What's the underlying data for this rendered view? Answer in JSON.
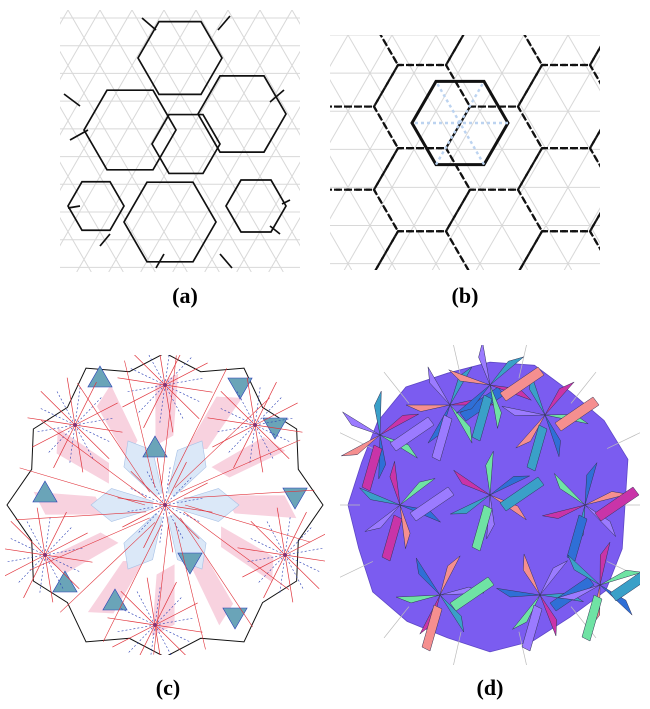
{
  "figure": {
    "captions": {
      "a": "(a)",
      "b": "(b)",
      "c": "(c)",
      "d": "(d)"
    },
    "colors": {
      "grid": "#d8d8d8",
      "tile_edge": "#111111",
      "crease_mountain": "#e0323a",
      "crease_valley": "#2a3fb5",
      "pink_fill": "#f6c7d7",
      "light_blue_fill": "#dbe8f8",
      "teal_fill": "#6aa4b8",
      "purple": "#7b5cf0",
      "magenta": "#c934a8",
      "green": "#6fe3a4",
      "blue": "#2f6fd6",
      "salmon": "#f58f8f"
    }
  }
}
